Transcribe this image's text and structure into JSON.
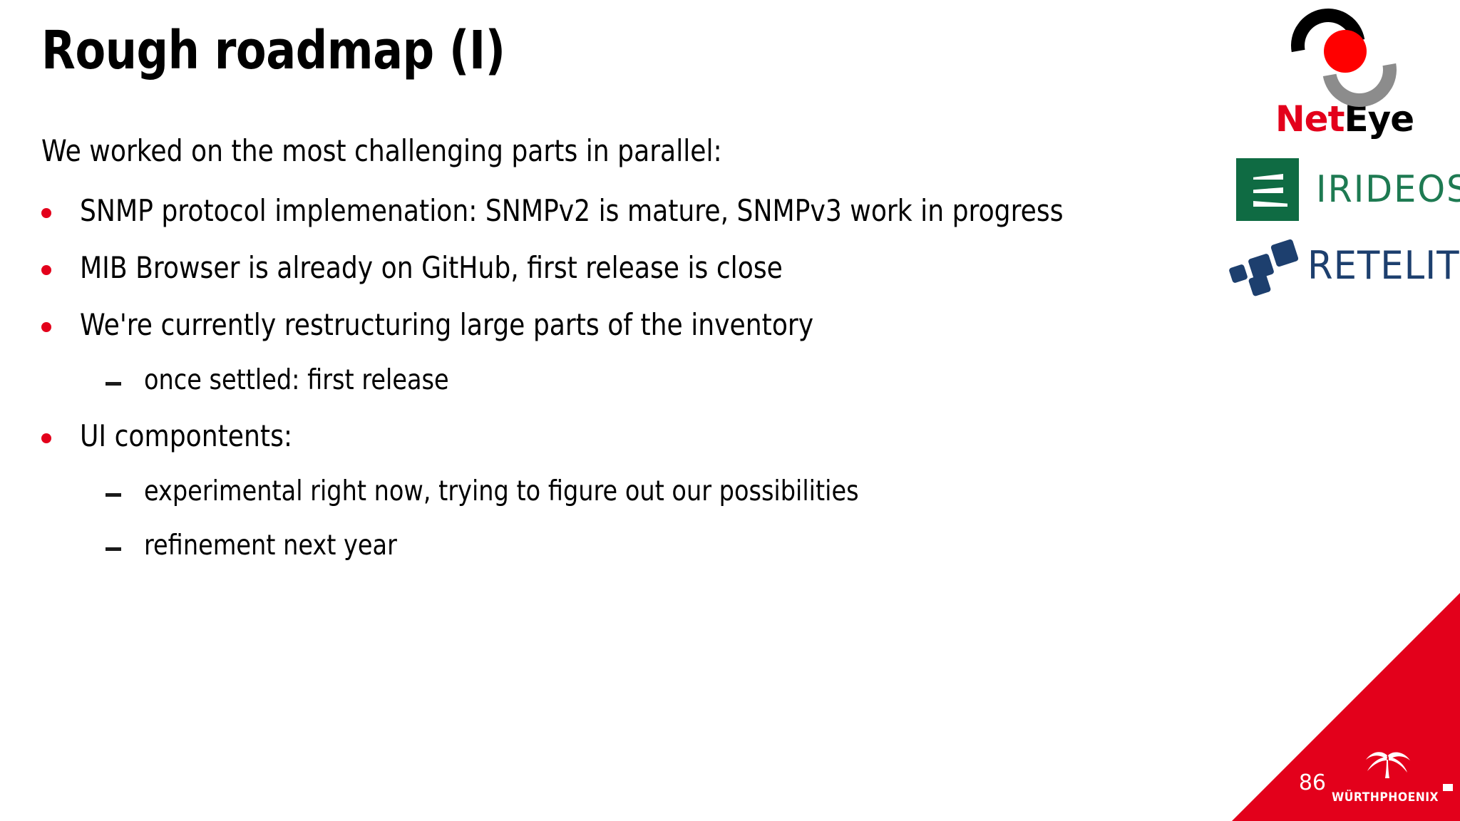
{
  "slide": {
    "title": "Rough roadmap (I)",
    "page_number": "86",
    "accent_red": "#E3001B",
    "bullet_red": "#E3001B",
    "text_color": "#000000",
    "background": "#FFFFFF"
  },
  "content": {
    "intro": "We worked on the most challenging parts in parallel:",
    "items": [
      {
        "level": 1,
        "marker": "dot",
        "text": "SNMP protocol implemenation: SNMPv2 is mature, SNMPv3 work in progress"
      },
      {
        "level": 1,
        "marker": "dot",
        "text": "MIB Browser is already on GitHub, first release is close"
      },
      {
        "level": 1,
        "marker": "dot",
        "text": "We're currently restructuring large parts of the inventory"
      },
      {
        "level": 2,
        "marker": "dash",
        "text": "once settled: first release"
      },
      {
        "level": 1,
        "marker": "dot",
        "text": "UI compontents:"
      },
      {
        "level": 2,
        "marker": "dash",
        "text": "experimental right now, trying to figure out our possibilities"
      },
      {
        "level": 2,
        "marker": "dash",
        "text": "refinement next year"
      }
    ]
  },
  "logos": {
    "neteye": {
      "name": "neteye-logo",
      "word_part_1": "Net",
      "word_part_2": "Eye",
      "color_part_1": "#E3001B",
      "color_part_2": "#000000",
      "mark_dot_color": "#FF0000",
      "mark_arc_top_color": "#000000",
      "mark_arc_bottom_color": "#8C8C8C"
    },
    "irideos": {
      "name": "irideos-logo",
      "word": "IRIDEOS",
      "square_color": "#0F6B43",
      "word_color": "#1E7A52"
    },
    "retelit": {
      "name": "retelit-logo",
      "word": "RETELIT",
      "color": "#1D3F6E"
    },
    "wuerthphoenix": {
      "name": "wuerthphoenix-logo",
      "word": "WÜRTHPHOENIX",
      "color": "#FFFFFF"
    }
  }
}
